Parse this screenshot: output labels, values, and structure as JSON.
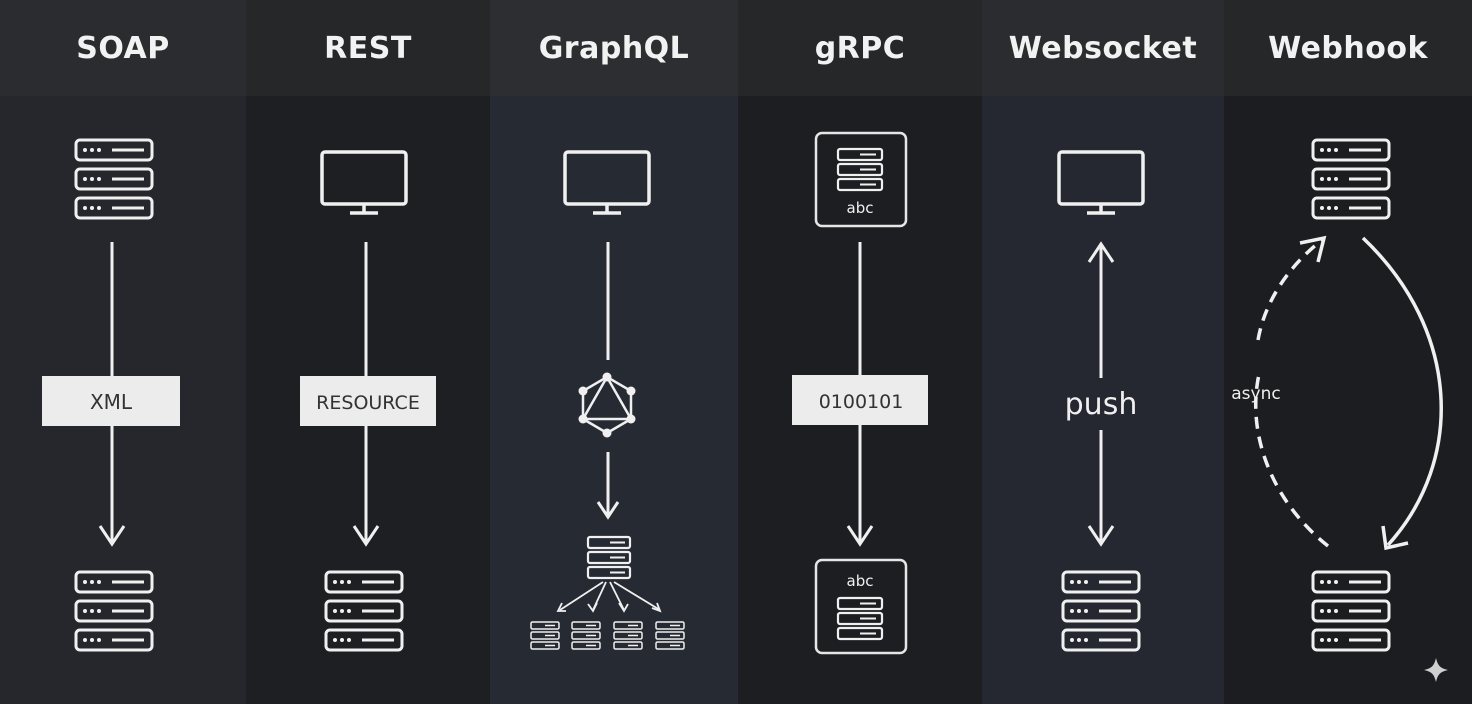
{
  "columns": [
    {
      "title": "SOAP",
      "payload": "XML"
    },
    {
      "title": "REST",
      "payload": "RESOURCE"
    },
    {
      "title": "GraphQL"
    },
    {
      "title": "gRPC",
      "payload": "0100101",
      "top_box_label": "abc",
      "bottom_box_label": "abc"
    },
    {
      "title": "Websocket",
      "payload": "push"
    },
    {
      "title": "Webhook",
      "payload": "async"
    }
  ],
  "colors": {
    "line": "#f0f0f0",
    "label_box": "#ececec",
    "label_text": "#333333"
  }
}
